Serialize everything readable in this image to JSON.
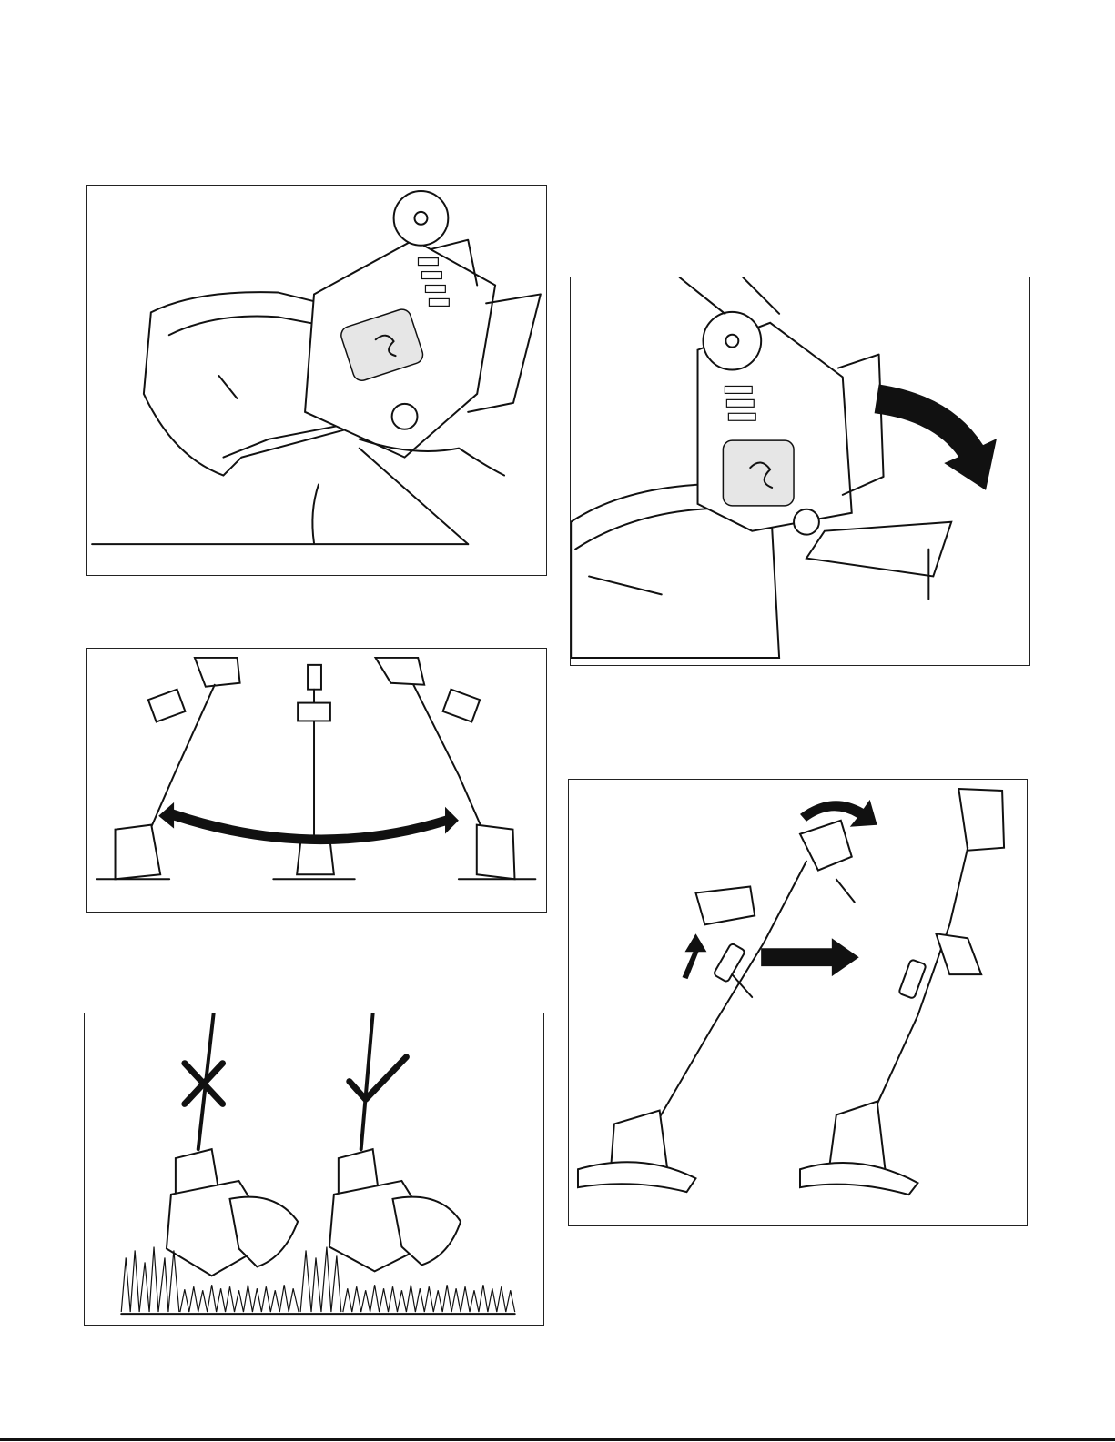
{
  "illustrations": [
    {
      "id": "guard-head",
      "caption_visible": false
    },
    {
      "id": "edge-guard-lowered",
      "arrow": "curved-arrow-down-right"
    },
    {
      "id": "tilt-angles",
      "arrow": "double-curved-arrow"
    },
    {
      "id": "head-rotation",
      "arrows": [
        "curved-arrow-rotate",
        "straight-arrow-up",
        "straight-arrow-right"
      ]
    },
    {
      "id": "cutting-technique",
      "marks": [
        "x-mark-incorrect",
        "check-mark-correct"
      ]
    }
  ],
  "colors": {
    "ink": "#111111",
    "paper": "#ffffff",
    "shade": "#e6e6e6"
  }
}
